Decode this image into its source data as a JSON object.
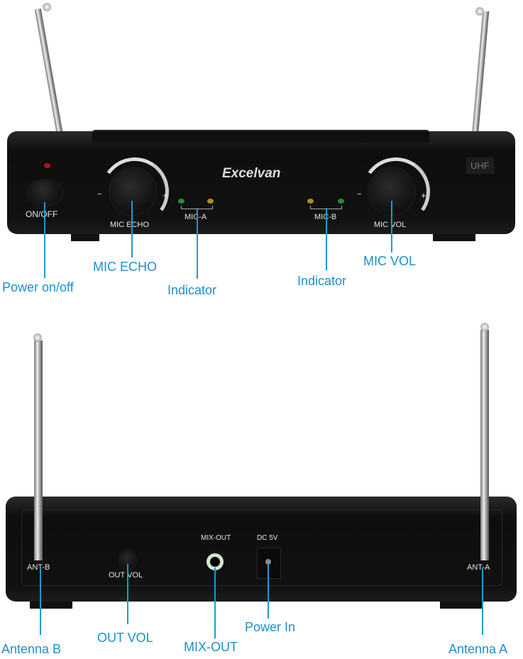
{
  "front_panel": {
    "brand": "Excelvan",
    "badge": "UHF",
    "labels": {
      "power": "ON/OFF",
      "echo": "MIC ECHO",
      "mic_a": "MIC-A",
      "mic_b": "MIC-B",
      "vol": "MIC VOL",
      "minus": "−",
      "plus": "+"
    }
  },
  "front_callouts": {
    "power": "Power on/off",
    "echo": "MIC ECHO",
    "indicator_a": "Indicator",
    "indicator_b": "Indicator",
    "vol": "MIC VOL"
  },
  "back_panel": {
    "labels": {
      "ant_b": "ANT-B",
      "out_vol": "OUT VOL",
      "mix_out": "MIX-OUT",
      "dc": "DC 5V",
      "ant_a": "ANT-A"
    }
  },
  "back_callouts": {
    "ant_b": "Antenna B",
    "out_vol": "OUT VOL",
    "mix_out": "MIX-OUT",
    "power_in": "Power In",
    "ant_a": "Antenna A"
  },
  "colors": {
    "callout": "#1c8fcb",
    "device": "#111111",
    "led_green": "#2e8b3a",
    "led_amber": "#b38a1e",
    "power_led": "#b01515"
  }
}
